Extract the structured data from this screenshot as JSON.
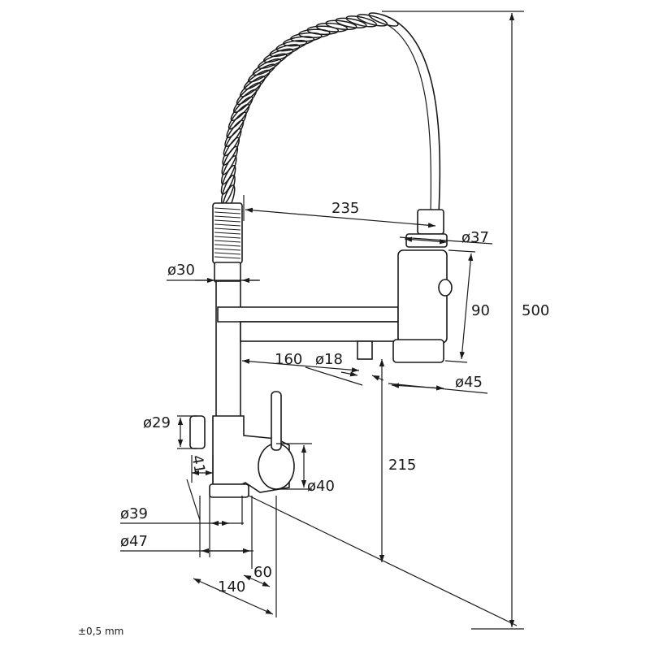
{
  "dimensions": {
    "reach": "235",
    "spray_dia": "ø37",
    "neck_dia": "ø30",
    "head_height": "90",
    "total_height": "500",
    "spout_len": "160",
    "outlet_dia": "ø18",
    "head_base_dia": "ø45",
    "lever_dia": "ø29",
    "offset_41": "41",
    "side_handle_dia": "ø40",
    "outlet_height": "215",
    "base_dia_39": "ø39",
    "base_dia_47": "ø47",
    "base_60": "60",
    "base_140": "140"
  },
  "tolerance": "±0,5 mm"
}
